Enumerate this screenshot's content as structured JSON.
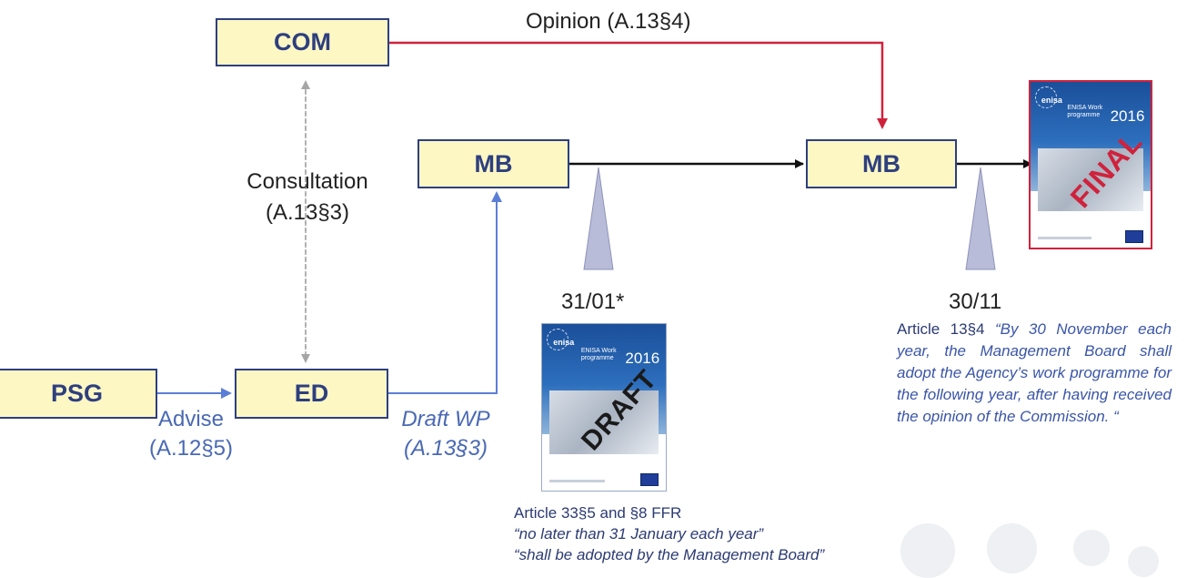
{
  "colors": {
    "box_fill": "#fdf7c4",
    "box_border": "#2e3f7f",
    "box_text": "#2e3f7f",
    "label_blue": "#4a69b4",
    "opinion_arrow": "#d0223c",
    "dashed_arrow": "#a6a6a6",
    "timeline_arrow": "#111111",
    "marker_fill": "#b8bcd8",
    "marker_stroke": "#8f93b8"
  },
  "nodes": {
    "com": "COM",
    "mb1": "MB",
    "mb2": "MB",
    "psg": "PSG",
    "ed": "ED"
  },
  "edges": {
    "opinion": "Opinion (A.13§4)",
    "consultation_line1": "Consultation",
    "consultation_line2": "(A.13§3)",
    "advise_line1": "Advise",
    "advise_line2": "(A.12§5)",
    "draft_line1": "Draft WP",
    "draft_line2": "(A.13§3)"
  },
  "milestones": {
    "draft_date": "31/01*",
    "final_date": "30/11"
  },
  "documents": {
    "draft_stamp": "DRAFT",
    "final_stamp": "FINAL",
    "cover_logo": "enisa",
    "cover_title_line1": "ENISA Work",
    "cover_title_line2": "programme",
    "cover_year": "2016"
  },
  "notes": {
    "draft_line1": "Article 33§5 and §8 FFR",
    "draft_line2": "“no later than 31 January each year”",
    "draft_line3": "“shall be adopted by the Management Board”",
    "final_prefix": "Article 13§4 ",
    "final_quote": "“By 30 November each year, the Management Board shall adopt the Agency’s work programme for the following year, after having received the opinion of the Commission. “"
  }
}
